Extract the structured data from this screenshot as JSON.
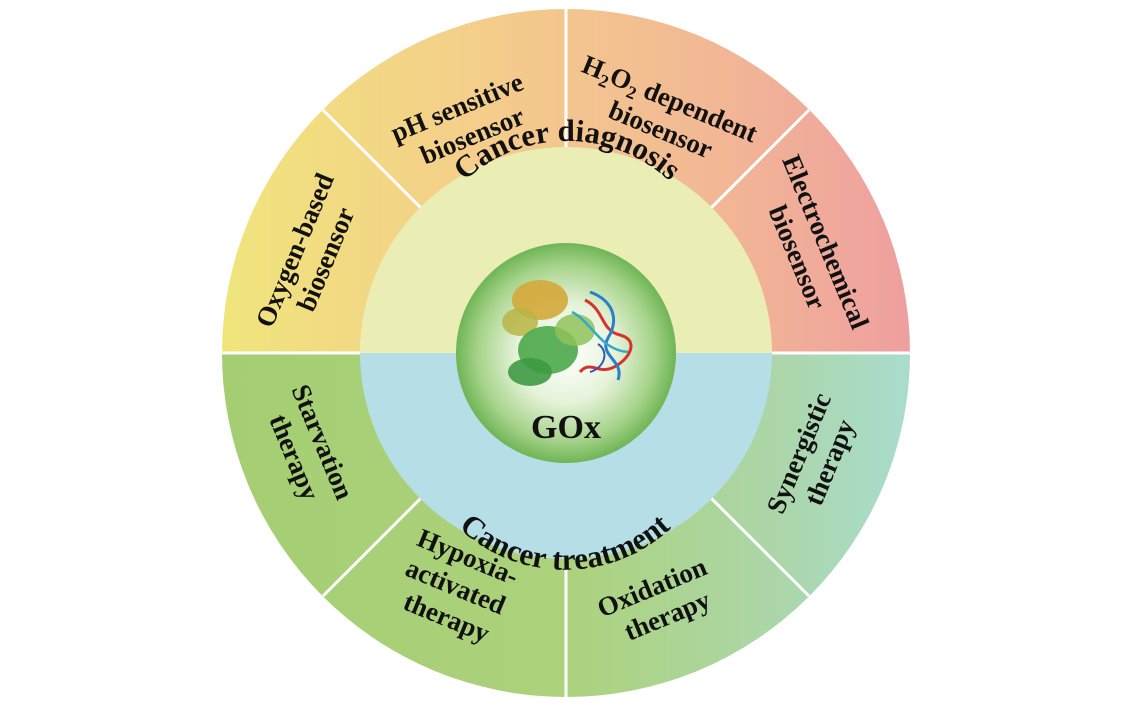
{
  "center": {
    "label": "GOx"
  },
  "rings": {
    "diagnosis": "Cancer diagnosis",
    "treatment": "Cancer treatment"
  },
  "segments": [
    {
      "id": "oxygen",
      "lines": [
        "Oxygen-based",
        "biosensor"
      ]
    },
    {
      "id": "ph",
      "lines": [
        "pH sensitive",
        "biosensor"
      ]
    },
    {
      "id": "h2o2",
      "lines": [
        "H2O2 dependent",
        "biosensor"
      ],
      "line1_parts": [
        "H",
        "2",
        "O",
        "2",
        " dependent"
      ]
    },
    {
      "id": "electro",
      "lines": [
        "Electrochemical",
        "biosensor"
      ]
    },
    {
      "id": "starvation",
      "lines": [
        "Starvation",
        "therapy"
      ]
    },
    {
      "id": "hypoxia",
      "lines": [
        "Hypoxia-",
        "activated",
        "therapy"
      ]
    },
    {
      "id": "oxidation",
      "lines": [
        "Oxidation",
        "therapy"
      ]
    },
    {
      "id": "synergistic",
      "lines": [
        "Synergistic",
        "therapy"
      ]
    }
  ],
  "colors": {
    "yellow": "#f1e27a",
    "orange": "#f2c190",
    "pink": "#eea7a2",
    "green": "#a9d07c",
    "teal": "#a9d9c4",
    "inner_diagnosis": "#eaeeb4",
    "inner_treatment": "#b5dee6",
    "center_core": "#7dbf62",
    "divider": "#ffffff"
  }
}
